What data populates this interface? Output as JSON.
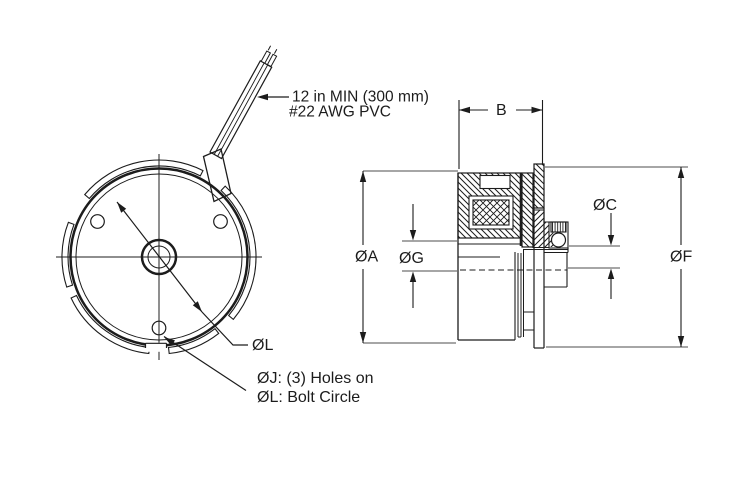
{
  "page": {
    "background": "#ffffff"
  },
  "colors": {
    "line": "#1c1c1c",
    "dim_extension_gray": "#9a9a9a",
    "centerline_gray": "#8f8f8f"
  },
  "front_view": {
    "cable_label_line1": "12 in MIN (300 mm)",
    "cable_label_line2": "#22 AWG PVC",
    "bolt_circle_label": "ØL",
    "holes_note_line1": "ØJ: (3) Holes on",
    "holes_note_line2": "ØL: Bolt Circle",
    "hole_count": "3"
  },
  "section_view": {
    "width_label": "B",
    "outer_dia_label": "ØA",
    "bore_dia_label": "ØG",
    "hub_dia_label": "ØC",
    "flange_dia_label": "ØF"
  }
}
